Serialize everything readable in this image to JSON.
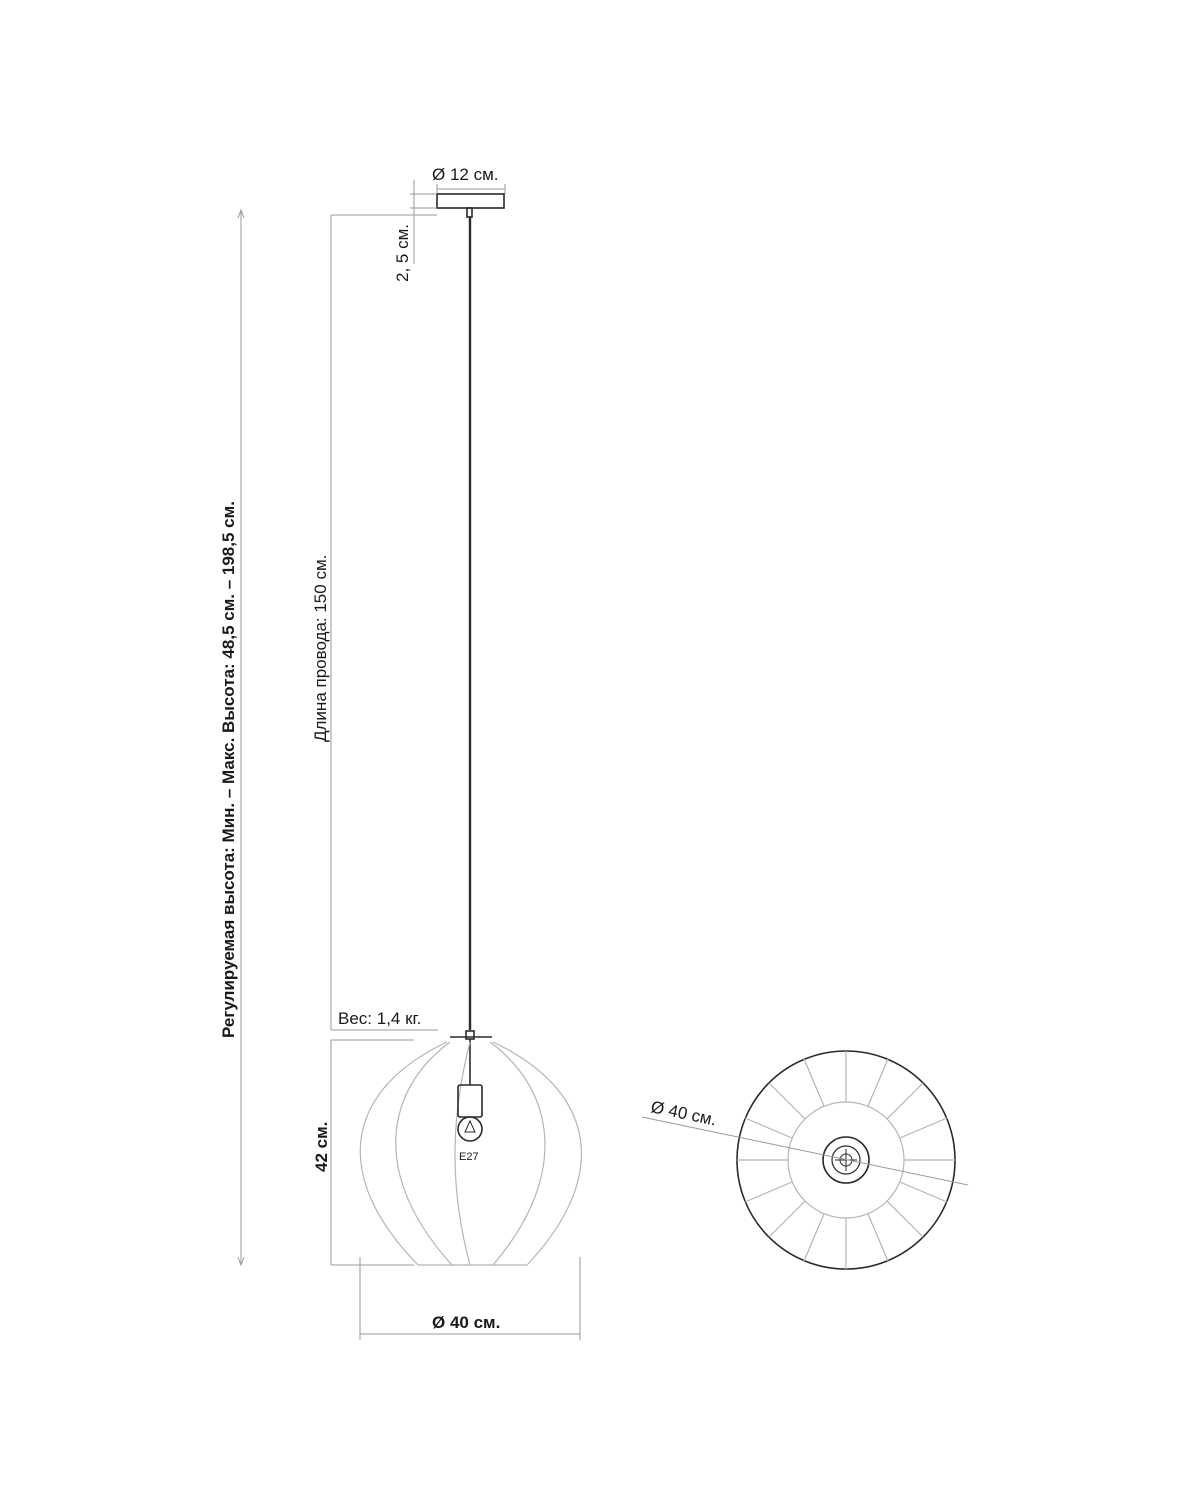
{
  "diagram": {
    "labels": {
      "adjustable_height": "Регулируемая высота: Мин. – Макс. Высота: 48,5 см. – 198,5 см.",
      "canopy_diameter": "Ø 12 см.",
      "canopy_height": "2, 5 см.",
      "wire_length": "Длина провода: 150 см.",
      "weight": "Вес: 1,4 кг.",
      "shade_height": "42 см.",
      "shade_diameter_side": "Ø 40 см.",
      "shade_diameter_top": "Ø 40 см.",
      "socket_type": "E27"
    },
    "colors": {
      "line": "#2a2a2a",
      "dimension_line": "#9a9a9a",
      "shade_wire": "#b5b5b5",
      "text": "#1a1a1a",
      "background": "#ffffff"
    }
  }
}
